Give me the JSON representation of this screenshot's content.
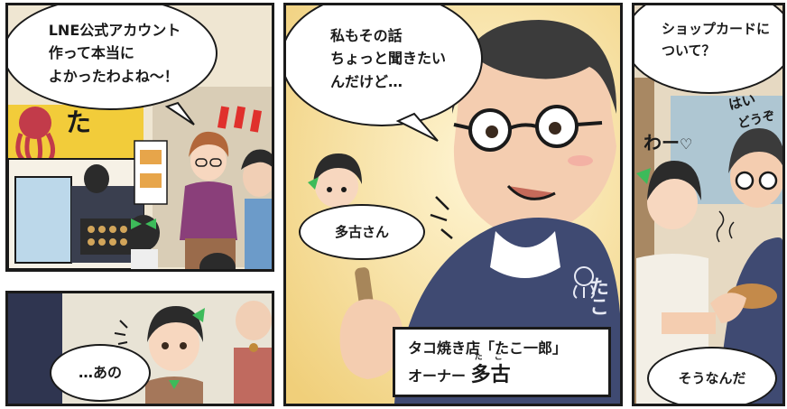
{
  "panels": {
    "p1": {
      "speech": "LNE公式アカウント\n作って本当に\nよかったわよね〜！",
      "sign_text": "た"
    },
    "p2": {
      "speech": "…あの"
    },
    "p3": {
      "speech": "私もその話\nちょっと聞きたい\nんだけど…",
      "thought": "多古さん",
      "caption_line1": "タコ焼き店「たこ一郎」",
      "caption_line2_prefix": "オーナー ",
      "caption_name": "多古",
      "caption_ruby": "た こ",
      "apron_text": "たこ"
    },
    "p4": {
      "speech": "ショップカードに\nついて？",
      "sfx_1": "はい",
      "sfx_2": "どうぞ",
      "sfx_3": "わー",
      "speech_bottom": "そうなんだ"
    }
  },
  "colors": {
    "ink": "#1a1a1a",
    "sky": "#7fb6e0",
    "warm_bg": "#f4e2a8",
    "skin": "#f7d7bf",
    "hair": "#2b2b2b",
    "navy": "#3f4a72",
    "bow_green": "#3dbb5a",
    "red_accent": "#e0302c",
    "octopus": "#c23b4a"
  }
}
